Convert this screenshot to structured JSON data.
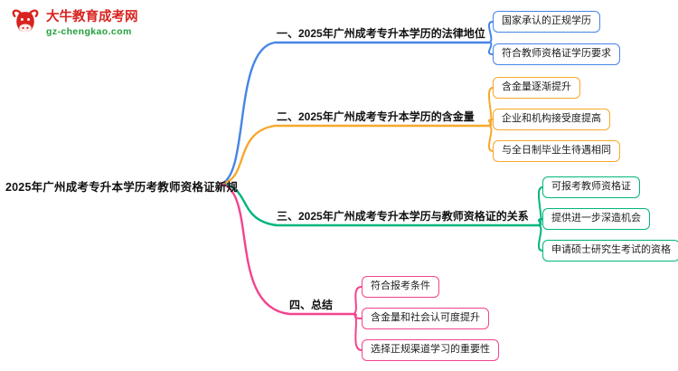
{
  "logo": {
    "title": "大牛教育成考网",
    "domain": "gz-chengkao.com",
    "icon": "bull-icon",
    "colors": {
      "title": "#d8231f",
      "domain": "#21a03c"
    }
  },
  "mindmap": {
    "root": "2025年广州成考专升本学历考教师资格证新规",
    "branches": [
      {
        "label": "一、2025年广州成考专升本学历的法律地位",
        "color": "#4585e6",
        "children": [
          "国家承认的正规学历",
          "符合教师资格证学历要求"
        ]
      },
      {
        "label": "二、2025年广州成考专升本学历的含金量",
        "color": "#f7a82b",
        "children": [
          "含金量逐渐提升",
          "企业和机构接受度提高",
          "与全日制毕业生待遇相同"
        ]
      },
      {
        "label": "三、2025年广州成考专升本学历与教师资格证的关系",
        "color": "#00b57e",
        "children": [
          "可报考教师资格证",
          "提供进一步深造机会",
          "申请硕士研究生考试的资格"
        ]
      },
      {
        "label": "四、总结",
        "color": "#f2448e",
        "children": [
          "符合报考条件",
          "含金量和社会认可度提升",
          "选择正规渠道学习的重要性"
        ]
      }
    ]
  }
}
